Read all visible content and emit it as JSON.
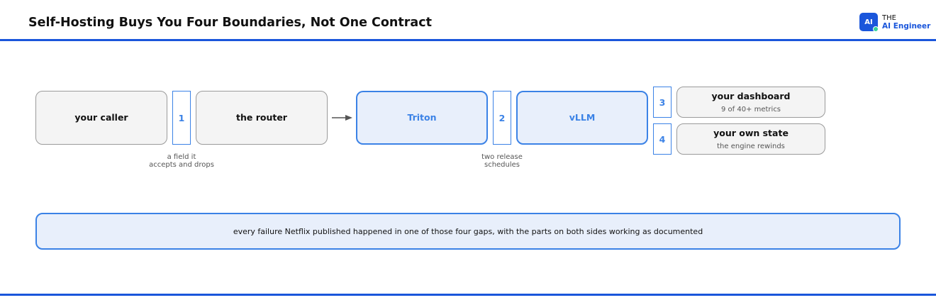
{
  "header": {
    "title": "Self-Hosting Buys You Four Boundaries, Not One Contract",
    "logo": {
      "badge": "AI",
      "line1": "THE",
      "line2": "AI Engineer"
    }
  },
  "diagram": {
    "nodes": {
      "caller": {
        "label": "your caller"
      },
      "router": {
        "label": "the router"
      },
      "triton": {
        "label": "Triton"
      },
      "vllm": {
        "label": "vLLM"
      },
      "dashboard": {
        "label": "your dashboard",
        "sub": "9 of 40+ metrics"
      },
      "state": {
        "label": "your own state",
        "sub": "the engine rewinds"
      }
    },
    "gaps": {
      "g1": {
        "number": "1",
        "note_line1": "a field it",
        "note_line2": "accepts and drops"
      },
      "g2": {
        "number": "2",
        "note_line1": "two release",
        "note_line2": "schedules"
      },
      "g3": {
        "number": "3"
      },
      "g4": {
        "number": "4"
      }
    }
  },
  "banner": {
    "text": "every failure Netflix published happened in one of those four gaps, with the parts on both sides working as documented"
  },
  "colors": {
    "accent": "#1a56db",
    "boundary": "#3b82e6",
    "highlight_fill": "#e8effb",
    "node_fill": "#f4f4f4",
    "logo_dot": "#34d399"
  }
}
